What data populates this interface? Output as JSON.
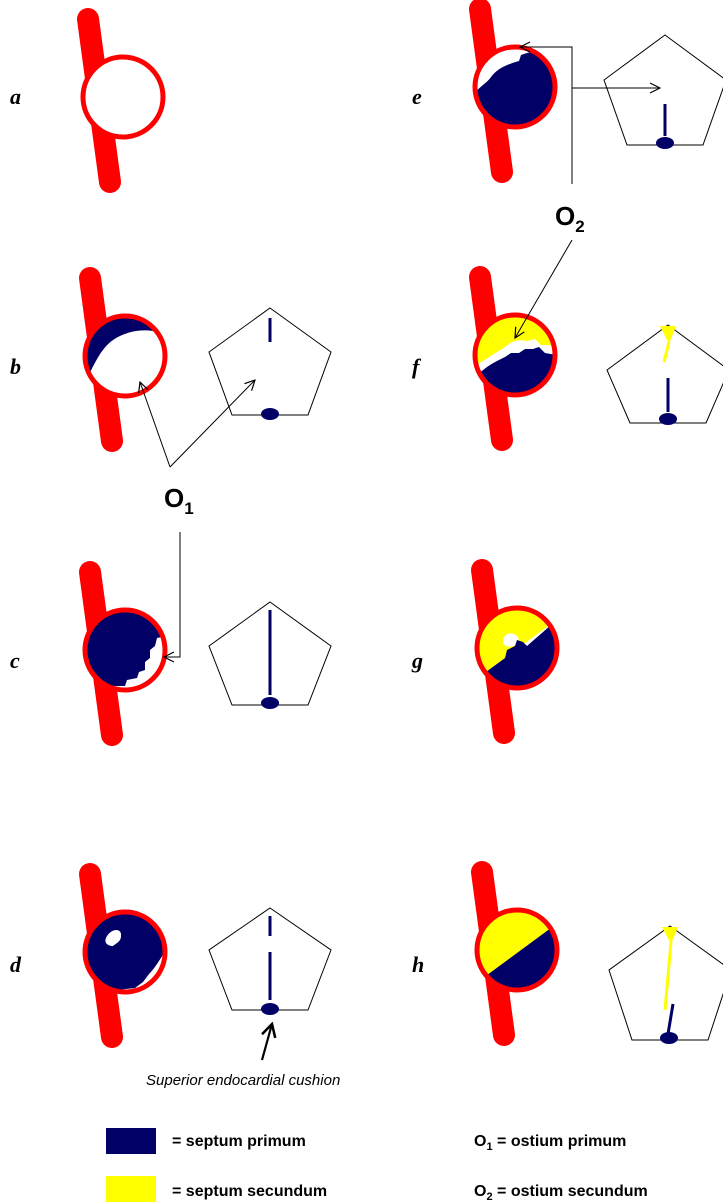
{
  "panels": {
    "a": "a",
    "b": "b",
    "c": "c",
    "d": "d",
    "e": "e",
    "f": "f",
    "g": "g",
    "h": "h"
  },
  "labels": {
    "o1_main": "O",
    "o1_sub": "1",
    "o2_main": "O",
    "o2_sub": "2"
  },
  "caption": "Superior endocardial cushion",
  "legend": {
    "septum_primum": {
      "text": "= septum primum",
      "color": "#000066"
    },
    "septum_secundum": {
      "text": "= septum secundum",
      "color": "#ffff00"
    },
    "ostium_primum": {
      "symbol": "O",
      "sub": "1",
      "text": " = ostium primum"
    },
    "ostium_secundum": {
      "symbol": "O",
      "sub": "2",
      "text": " = ostium secundum"
    }
  },
  "colors": {
    "vessel": "#ff0000",
    "septum_primum": "#000066",
    "septum_secundum": "#ffff00",
    "outline": "#000000"
  }
}
